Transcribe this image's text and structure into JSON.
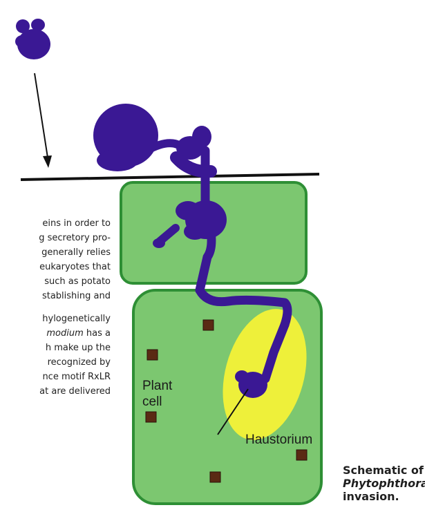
{
  "body_text": {
    "lines_a": [
      "eins in order to",
      "g secretory pro-",
      "generally relies",
      "eukaryotes that",
      "such as potato",
      "stablishing and"
    ],
    "line_b1": "hylogenetically",
    "line_b2_italic": "modium",
    "line_b2_rest": " has a",
    "lines_b": [
      "h make up the",
      "recognized by",
      "nce motif RxLR",
      "at are delivered"
    ]
  },
  "labels": {
    "plant_cell_1": "Plant",
    "plant_cell_2": "cell",
    "haustorium": "Haustorium"
  },
  "caption": {
    "line1": "Schematic of",
    "line2": "Phytophthora",
    "line3": "invasion."
  },
  "colors": {
    "pathogen": "#3a1894",
    "cell_fill": "#7cc770",
    "cell_border": "#2e8f35",
    "haustorium_zone": "#eef03a",
    "organelle": "#5a2a14",
    "membrane_line": "#111111"
  }
}
